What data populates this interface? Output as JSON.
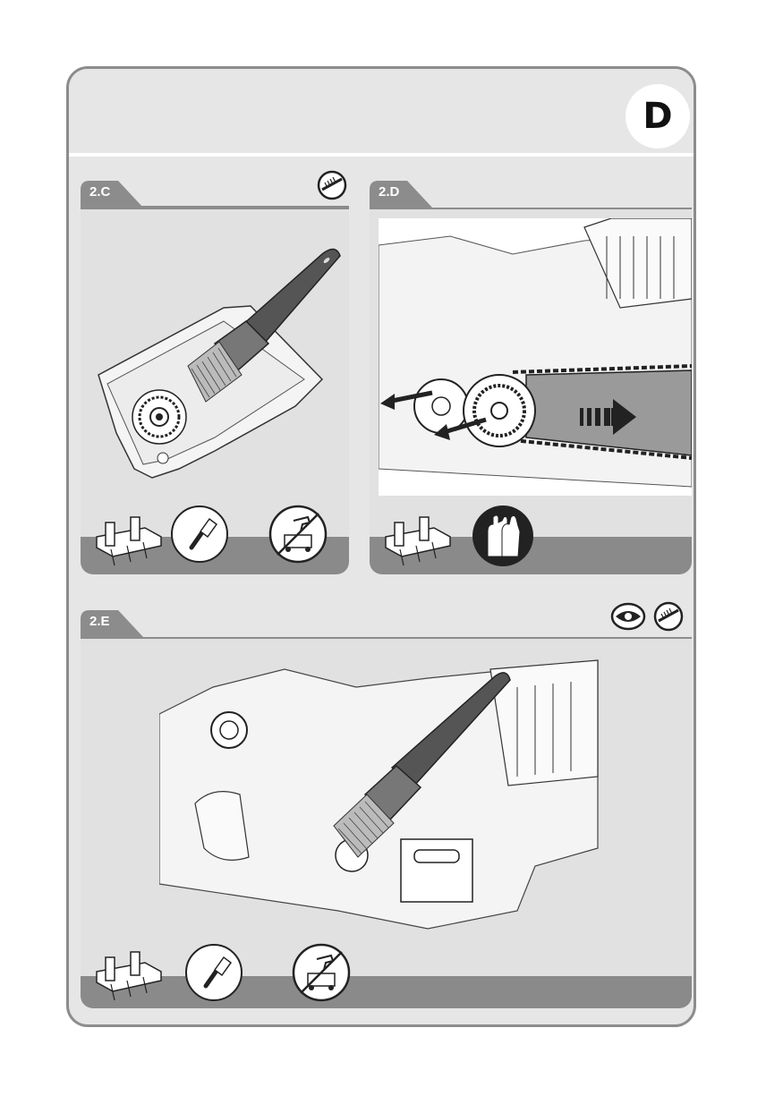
{
  "page": {
    "badge_letter": "D"
  },
  "steps": [
    {
      "label": "2.C",
      "header_icons": [
        "brush-cleaning-icon"
      ],
      "footer_icons": [
        "chainsaw-bench-icon",
        "brush-icon",
        "no-pressure-washer-icon"
      ]
    },
    {
      "label": "2.D",
      "header_icons": [],
      "footer_icons": [
        "chainsaw-bench-icon",
        "gloves-icon"
      ]
    },
    {
      "label": "2.E",
      "header_icons": [
        "visual-inspection-icon",
        "brush-cleaning-icon"
      ],
      "footer_icons": [
        "chainsaw-bench-icon",
        "brush-icon",
        "no-pressure-washer-icon"
      ]
    }
  ],
  "colors": {
    "frame_border": "#8c8c8c",
    "panel_bg": "#e1e1e1",
    "footer_gray": "#8a8a8a",
    "tab_gray": "#8c8c8c",
    "badge_text": "#111111"
  }
}
